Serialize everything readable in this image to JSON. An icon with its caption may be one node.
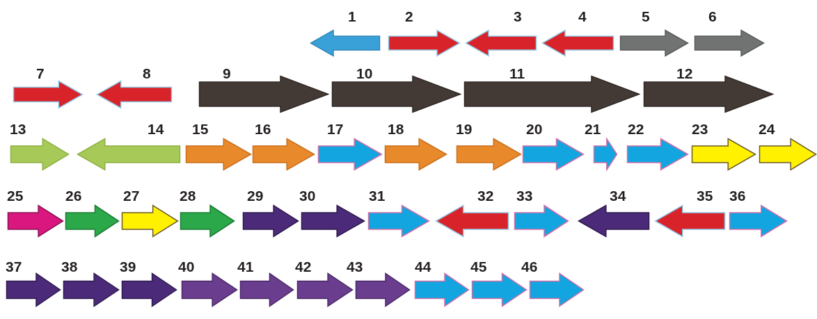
{
  "diagram": {
    "nodes": [
      {
        "text": [
          "1"
        ]
      },
      {
        "text": [
          "2"
        ]
      },
      {
        "text": [
          "3"
        ]
      },
      {
        "text": [
          "4"
        ]
      },
      {
        "text": [
          "5"
        ]
      },
      {
        "text": [
          "6"
        ]
      },
      {
        "text": [
          "7"
        ]
      },
      {
        "text": [
          "8"
        ]
      },
      {
        "text": [
          "9"
        ]
      },
      {
        "text": [
          "10"
        ]
      },
      {
        "text": [
          "11"
        ]
      },
      {
        "text": [
          "12"
        ]
      },
      {
        "text": [
          "13"
        ]
      },
      {
        "text": [
          "14"
        ]
      },
      {
        "text": [
          "15"
        ]
      },
      {
        "text": [
          "16"
        ]
      },
      {
        "text": [
          "17"
        ]
      },
      {
        "text": [
          "18"
        ]
      },
      {
        "text": [
          "19"
        ]
      },
      {
        "text": [
          "20"
        ]
      },
      {
        "text": [
          "21"
        ]
      },
      {
        "text": [
          "22"
        ]
      },
      {
        "text": [
          "23"
        ]
      },
      {
        "text": [
          "24"
        ]
      },
      {
        "text": [
          "25"
        ]
      },
      {
        "text": [
          "26"
        ]
      },
      {
        "text": [
          "27"
        ]
      },
      {
        "text": [
          "28"
        ]
      },
      {
        "text": [
          "29"
        ]
      },
      {
        "text": [
          "30"
        ]
      },
      {
        "text": [
          "31"
        ]
      },
      {
        "text": [
          "32"
        ]
      },
      {
        "text": [
          "33"
        ]
      },
      {
        "text": [
          "34"
        ]
      },
      {
        "text": [
          "35"
        ]
      },
      {
        "text": [
          "36"
        ]
      },
      {
        "text": [
          "37"
        ]
      },
      {
        "text": [
          "38"
        ]
      },
      {
        "text": [
          "39"
        ]
      },
      {
        "text": [
          "40"
        ]
      },
      {
        "text": [
          "41"
        ]
      },
      {
        "text": [
          "42"
        ]
      },
      {
        "text": [
          "43"
        ]
      },
      {
        "text": [
          "44"
        ]
      },
      {
        "text": [
          "45"
        ]
      },
      {
        "text": [
          "46"
        ]
      }
    ]
  }
}
